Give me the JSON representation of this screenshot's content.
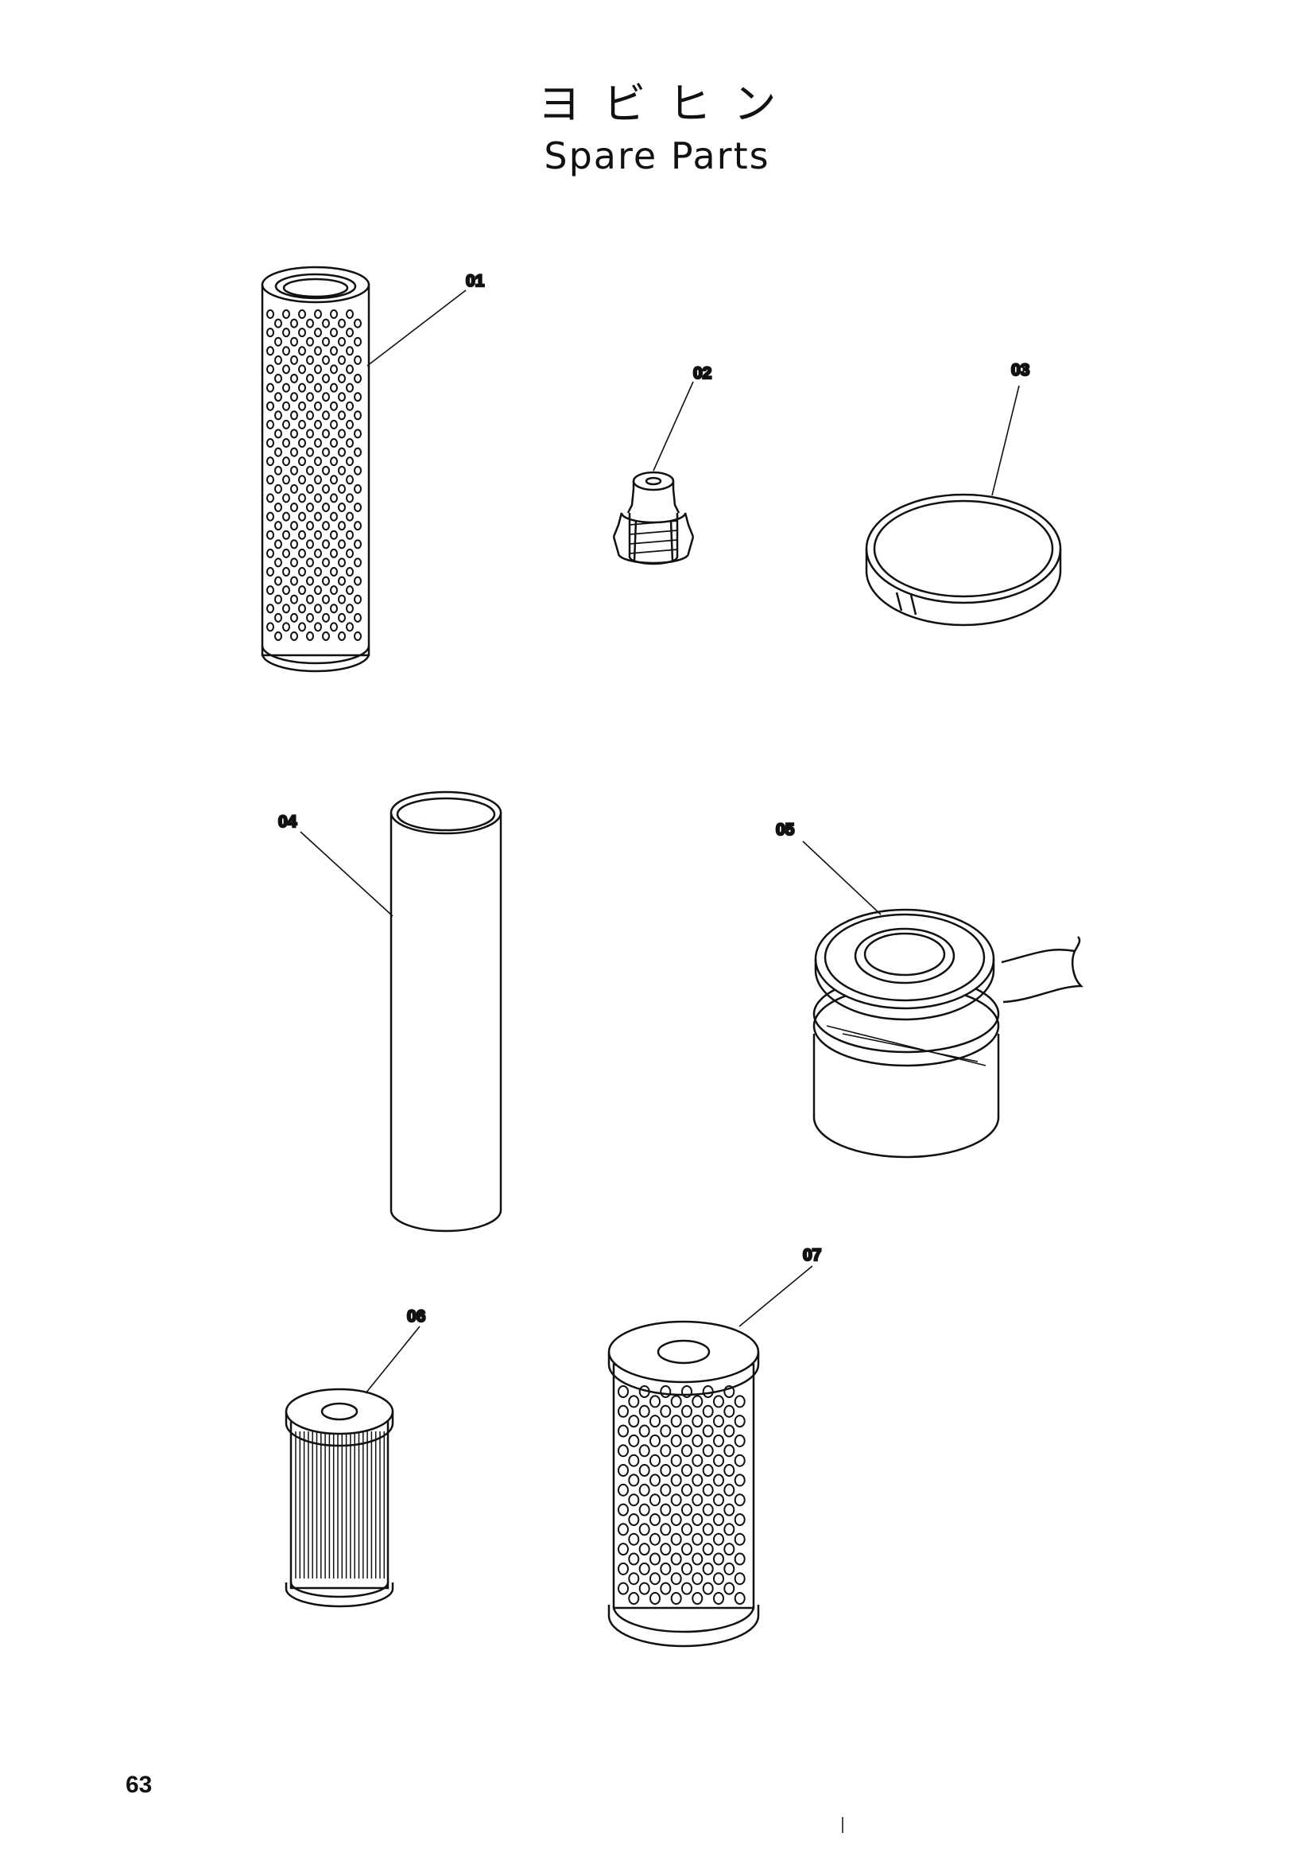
{
  "header": {
    "title_jp": "ヨビヒン",
    "title_en": "Spare Parts"
  },
  "page_number": "63",
  "parts": [
    {
      "callout": "01",
      "icon": "perforated-filter-element-icon"
    },
    {
      "callout": "02",
      "icon": "grease-nipple-icon"
    },
    {
      "callout": "03",
      "icon": "split-ring-icon"
    },
    {
      "callout": "04",
      "icon": "cylinder-sleeve-icon"
    },
    {
      "callout": "05",
      "icon": "seal-kit-icon"
    },
    {
      "callout": "06",
      "icon": "pleated-filter-icon"
    },
    {
      "callout": "07",
      "icon": "perforated-filter-cartridge-icon"
    }
  ],
  "colors": {
    "ink": "#111111",
    "paper": "#ffffff"
  }
}
